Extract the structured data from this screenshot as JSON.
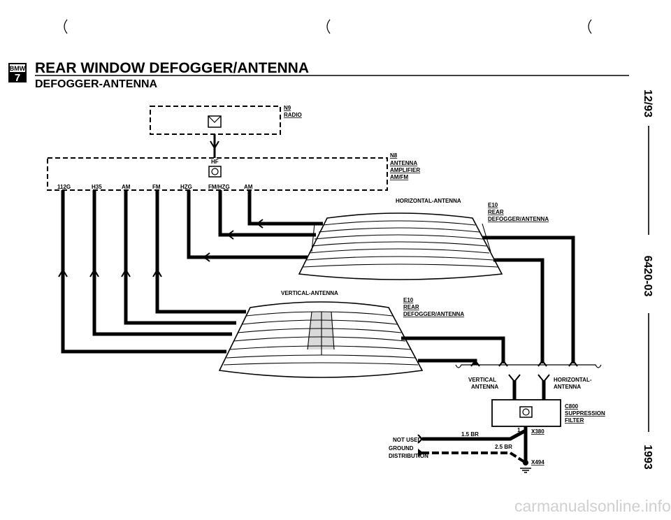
{
  "header": {
    "badge_top": "BMW",
    "badge_bottom": "7",
    "title": "REAR WINDOW DEFOGGER/ANTENNA",
    "subtitle": "DEFOGGER-ANTENNA"
  },
  "side": {
    "date": "12/93",
    "code": "6420-03",
    "year": "1993"
  },
  "components": {
    "radio": {
      "id": "N9",
      "name": "RADIO"
    },
    "amplifier": {
      "id": "N8",
      "line1": "ANTENNA",
      "line2": "AMPLIFIER",
      "line3": "AM/FM",
      "hf": "HF"
    },
    "window_top": {
      "label": "HORIZONTAL-ANTENNA",
      "id": "E10",
      "line1": "REAR",
      "line2": "DEFOGGER/ANTENNA"
    },
    "window_bottom": {
      "label": "VERTICAL-ANTENNA",
      "id": "E10",
      "line1": "REAR",
      "line2": "DEFOGGER/ANTENNA"
    },
    "filter": {
      "id": "C800",
      "line1": "SUPPRESSION",
      "line2": "FILTER"
    },
    "vertical_antenna": {
      "line1": "VERTICAL",
      "line2": "ANTENNA"
    },
    "horizontal_antenna": {
      "line1": "HORIZONTAL-",
      "line2": "ANTENNA"
    }
  },
  "pins": [
    "112G",
    "H35",
    "AM",
    "FM",
    "HZG",
    "FM/HZG",
    "AM"
  ],
  "wiring": {
    "not_used": "NOT USED",
    "ground_line1": "GROUND",
    "ground_line2": "DISTRIBUTION",
    "wire_1": "1.5 BR",
    "wire_2": "2.5 BR",
    "pin_1": "1",
    "connector": "X380",
    "ground_point": "X494"
  },
  "watermark": "carmanualsonline.info",
  "colors": {
    "ink": "#000000",
    "background": "#ffffff",
    "watermark": "#d0d0d0"
  },
  "icons": [
    "radio-icon",
    "amplifier-icon",
    "filter-icon",
    "ground-icon"
  ]
}
